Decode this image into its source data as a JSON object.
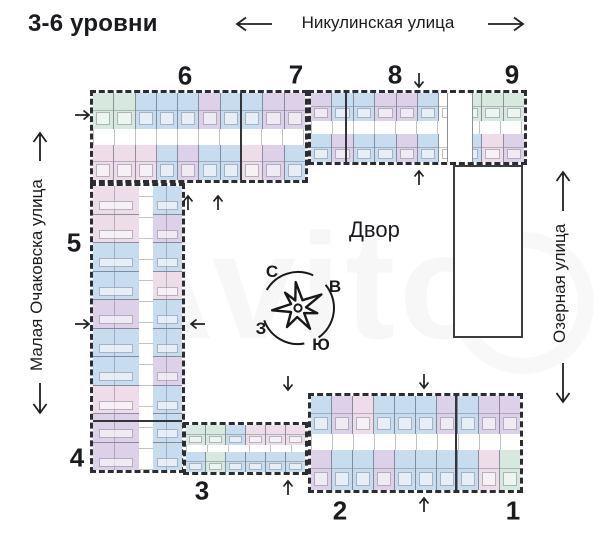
{
  "title": "3-6 уровни",
  "streets": {
    "top": "Никулинская улица",
    "left": "Малая Очаковска улица",
    "right": "Озерная улица"
  },
  "courtyard": "Двор",
  "compass": {
    "n": "С",
    "e": "В",
    "s": "Ю",
    "w": "З"
  },
  "watermark": "Avito",
  "section_labels": {
    "s1": "1",
    "s2": "2",
    "s3": "3",
    "s4": "4",
    "s5": "5",
    "s6": "6",
    "s7": "7",
    "s8": "8",
    "s9": "9"
  },
  "palette": {
    "blue": "#c8dcf0",
    "lavender": "#ddd1e9",
    "pink": "#eedde8",
    "mint": "#d7e9df",
    "white": "#ffffff"
  },
  "mosaic": {
    "top_left_top": [
      "mint",
      "mint",
      "blue",
      "blue",
      "blue",
      "lavender",
      "blue",
      "blue",
      "lavender",
      "lavender"
    ],
    "top_left_bottom": [
      "pink",
      "pink",
      "pink",
      "blue",
      "lavender",
      "blue",
      "blue",
      "pink",
      "lavender",
      "blue"
    ],
    "top_right_top": [
      "lavender",
      "blue",
      "blue",
      "lavender",
      "lavender",
      "blue",
      "white",
      "mint",
      "mint",
      "mint"
    ],
    "top_right_bottom": [
      "blue",
      "lavender",
      "blue",
      "blue",
      "lavender",
      "blue",
      "white",
      "blue",
      "pink",
      "lavender"
    ],
    "left_left": [
      "pink",
      "pink",
      "blue",
      "blue",
      "lavender",
      "blue",
      "blue",
      "pink",
      "lavender",
      "lavender"
    ],
    "left_right": [
      "blue",
      "lavender",
      "blue",
      "pink",
      "blue",
      "blue",
      "lavender",
      "blue",
      "blue",
      "blue"
    ],
    "b3_top": [
      "mint",
      "mint",
      "blue",
      "pink",
      "pink",
      "pink"
    ],
    "b3_bottom": [
      "blue",
      "mint",
      "blue",
      "blue",
      "blue",
      "blue"
    ],
    "b21_top": [
      "blue",
      "lavender",
      "pink",
      "blue",
      "blue",
      "blue",
      "lavender",
      "blue",
      "lavender",
      "lavender"
    ],
    "b21_bottom": [
      "lavender",
      "blue",
      "blue",
      "lavender",
      "blue",
      "blue",
      "blue",
      "blue",
      "pink",
      "mint"
    ]
  }
}
